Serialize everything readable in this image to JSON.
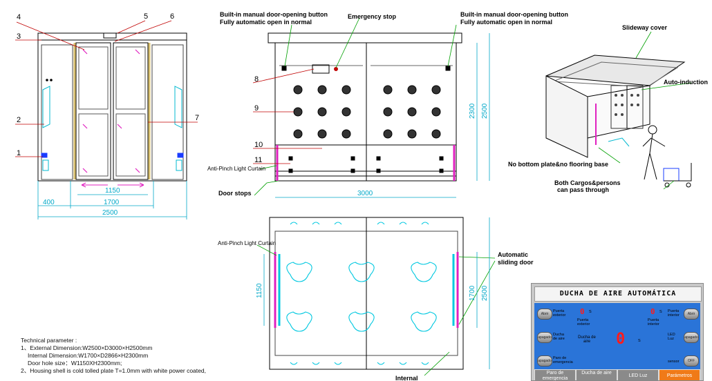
{
  "front_numbers": [
    "1",
    "2",
    "3",
    "4",
    "5",
    "6",
    "7"
  ],
  "front_dims": {
    "door": "1150",
    "inner": "1700",
    "side": "400",
    "total": "2500"
  },
  "section_numbers": [
    "8",
    "9",
    "10",
    "11"
  ],
  "section_labels": {
    "button_left_1": "Built-in manual door-opening button",
    "button_left_2": "Fully automatic open in normal",
    "emergency": "Emergency stop",
    "button_right_1": "Built-in manual door-opening button",
    "button_right_2": "Fully automatic open in normal",
    "anti_pinch": "Anti-Pinch Light Curtain",
    "door_stops": "Door stops"
  },
  "section_dims": {
    "height_inner": "2300",
    "height_total": "2500",
    "width": "3000"
  },
  "iso_labels": {
    "slideway": "Slideway cover",
    "auto": "Auto-induction",
    "no_plate": "No bottom plate&no flooring base",
    "both_1": "Both Cargos&persons",
    "both_2": "can  pass through"
  },
  "plan_labels": {
    "anti_pinch": "Anti-Pinch Light Curtain",
    "auto_1": "Automatic",
    "auto_2": "sliding door",
    "internal": "Internal"
  },
  "plan_dims": {
    "left": "1150",
    "right_inner": "1700",
    "right_total": "2500"
  },
  "tech": {
    "title": "Technical parameter :",
    "l1": "1、External Dimension:W2500×D3000×H2500mm",
    "l2": "Internal Dimension:W1700×D2866×H2300mm",
    "l3": "Door hole size：W1150XH2300mm;",
    "l4": "2、Housing shell is cold tolled plate T=1.0mm with white power coated,"
  },
  "panel": {
    "title": "DUCHA DE AIRE AUTOMÁTICA",
    "btn_abrir1": "Abrir",
    "lbl_ext": "Puerta exterior",
    "ext_val": "0",
    "ext_unit": "S",
    "lbl_puerta_ext2": "Puerta exterior",
    "int_val": "0",
    "int_unit": "S",
    "lbl_puerta_int2": "Puerta interior",
    "lbl_int": "Puerta interior",
    "btn_abrir2": "Abrir",
    "btn_apagado1": "apagado",
    "lbl_ducha": "Ducha de aire",
    "center_lbl": "Ducha de aire",
    "center_val": "0",
    "center_unit": "S",
    "lbl_led": "LED Luz",
    "btn_apagado2": "apagado",
    "btn_apagado3": "apagado",
    "lbl_paro": "Paro de emergencia",
    "lbl_sensor": "sensor",
    "btn_off": "OFF",
    "tabs": [
      "Paro de emergencia",
      "Ducha de aire",
      "LED Luz",
      "Parámetros"
    ]
  }
}
